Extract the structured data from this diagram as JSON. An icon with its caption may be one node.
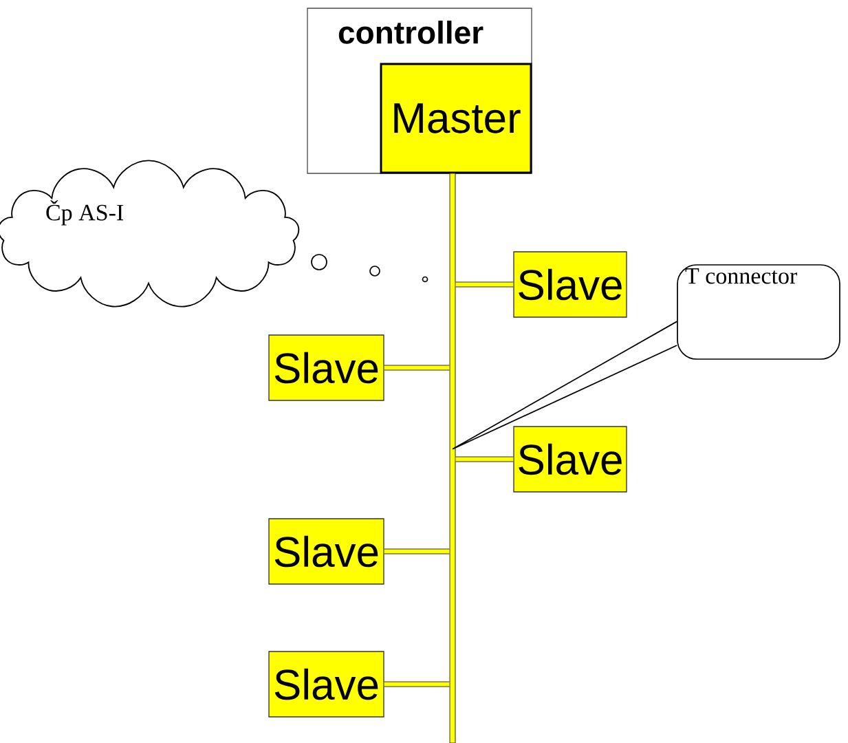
{
  "diagram": {
    "nodes": [
      {
        "text": [
          "controller"
        ]
      },
      {
        "text": [
          "Master"
        ],
        "in": 0
      },
      {
        "text": [
          "Slave"
        ]
      },
      {
        "text": [
          "Slave"
        ]
      },
      {
        "text": [
          "Slave"
        ]
      },
      {
        "text": [
          "Slave"
        ]
      },
      {
        "text": [
          "Slave"
        ]
      },
      {
        "text": [
          "Čp AS-I"
        ]
      },
      {
        "text": [
          "T connector"
        ]
      },
      {
        "text": [],
        "shape": "bar"
      }
    ],
    "edges": [
      {
        "from": 9,
        "to": 2,
        "arrow": "none"
      },
      {
        "from": 9,
        "to": 3,
        "arrow": "none"
      },
      {
        "from": 9,
        "to": 4,
        "arrow": "none"
      },
      {
        "from": 9,
        "to": 5,
        "arrow": "none"
      },
      {
        "from": 9,
        "to": 6,
        "arrow": "none"
      },
      {
        "from": 8,
        "to": 9,
        "arrow": "none"
      }
    ]
  }
}
